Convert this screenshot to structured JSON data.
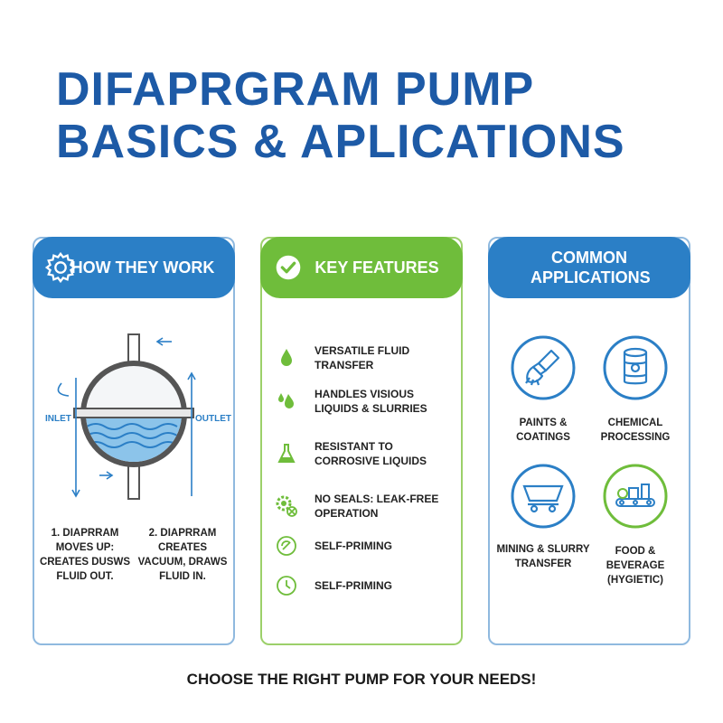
{
  "title": {
    "line1": "DIFAPRGRAM PUMP",
    "line2": "BASICS & APLICATIONS"
  },
  "colors": {
    "blue": "#2b7fc6",
    "green": "#6fbd3b",
    "title": "#1d5aa6"
  },
  "how": {
    "heading": "HOW THEY WORK",
    "icon": "gear-icon",
    "inlet": "INLET",
    "outlet": "OUTLET",
    "step1": "1. DIAPRRAM MOVES UP: CREATES DUSWS FLUID OUT.",
    "step2": "2. DIAPRRAM CREATES VACUUM, DRAWS FLUID IN."
  },
  "features": {
    "heading": "KEY FEATURES",
    "icon": "check-circle-icon",
    "items": [
      {
        "label": "VERSATILE FLUID TRANSFER",
        "icon": "droplet-icon"
      },
      {
        "label": "HANDLES VISIOUS LIQUIDS & SLURRIES",
        "icon": "drops-icon"
      },
      {
        "label": "RESISTANT TO CORROSIVE LIQUIDS",
        "icon": "flask-icon"
      },
      {
        "label": "NO SEALS: LEAK-FREE OPERATION",
        "icon": "gear-no-icon"
      },
      {
        "label": "SELF-PRIMING",
        "icon": "self-priming-icon"
      },
      {
        "label": "SELF-PRIMING",
        "icon": "timer-icon"
      }
    ]
  },
  "apps": {
    "heading": "COMMON APPLICATIONS",
    "items": [
      {
        "label": "PAINTS & COATINGS",
        "icon": "paintbrush-icon"
      },
      {
        "label": "CHEMICAL PROCESSING",
        "icon": "chemical-barrel-icon"
      },
      {
        "label": "MINING & SLURRY TRANSFER",
        "icon": "mining-cart-icon"
      },
      {
        "label": "FOOD & BEVERAGE (HYGIETIC)",
        "icon": "food-conveyor-icon"
      }
    ]
  },
  "footer": "CHOOSE THE RIGHT PUMP FOR YOUR NEEDS!"
}
